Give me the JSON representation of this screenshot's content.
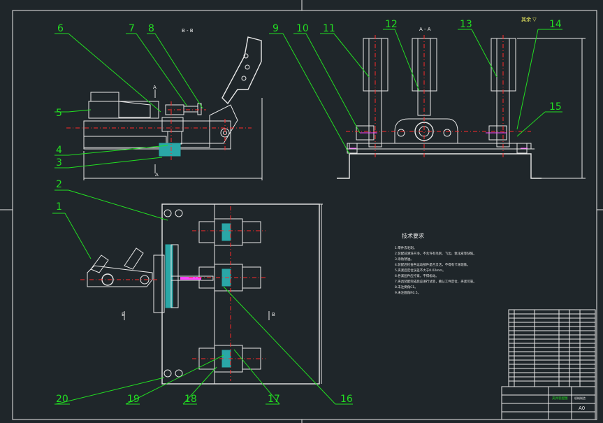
{
  "drawing": {
    "part_numbers": [
      "1",
      "2",
      "3",
      "4",
      "5",
      "6",
      "7",
      "8",
      "9",
      "10",
      "11",
      "12",
      "13",
      "14",
      "15",
      "16",
      "17",
      "18",
      "19",
      "20"
    ],
    "section_labels": {
      "bb_title": "B - B",
      "aa_title": "A - A",
      "a_marker_top": "A",
      "a_marker_bottom": "A",
      "b_marker_left": "B",
      "b_marker_right": "B",
      "ratio_mark": "其余 ▽"
    },
    "tech_requirements": {
      "heading": "技术要求",
      "items": [
        "1.零件去毛刺。",
        "2.装配前清洗干净，不允许有毛刺、飞边、氧化皮等缺陷。",
        "3.涂防锈油。",
        "4.装配后检查各运动部件是否灵活，不得有卡滞现象。",
        "5.夹紧后定位误差不大于0.02mm。",
        "6.各紧固件应拧紧，不得松动。",
        "7.夹具装配完成后应进行试装，确认工件定位、夹紧可靠。",
        "8.未注倒角C1。",
        "9.未注圆角R0.5。"
      ]
    },
    "title_block": {
      "drawing_name": "夹具装配图",
      "company": "机械制造",
      "sheet": "A0"
    }
  }
}
